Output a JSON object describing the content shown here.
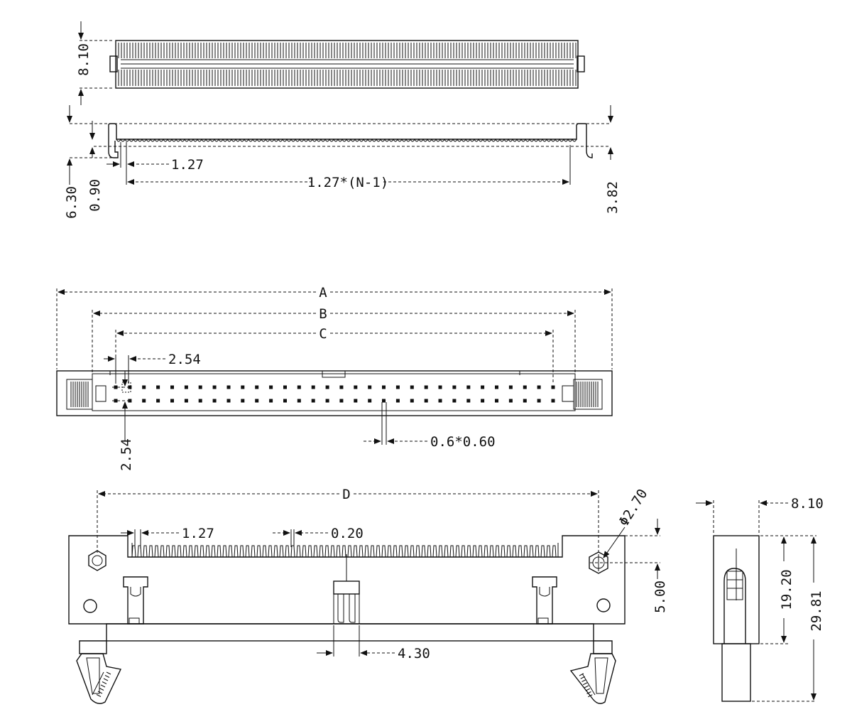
{
  "dims": {
    "top_height": "8.10",
    "pitch_127": "1.27",
    "pitch_formula": "1.27*(N-1)",
    "side_630": "6.30",
    "side_090": "0.90",
    "side_382": "3.82",
    "dim_a": "A",
    "dim_b": "B",
    "dim_c": "C",
    "pitch_254_h": "2.54",
    "pitch_254_v": "2.54",
    "pin_size": "0.6*0.60",
    "dim_d": "D",
    "front_127": "1.27",
    "front_020": "0.20",
    "hole_dia": "Φ2.70",
    "front_500": "5.00",
    "front_430": "4.30",
    "side_810": "8.10",
    "side_1920": "19.20",
    "side_2981": "29.81"
  },
  "pin_rows": {
    "columns": 32,
    "rows": 2
  },
  "colors": {
    "line": "#111111",
    "background": "#ffffff"
  }
}
